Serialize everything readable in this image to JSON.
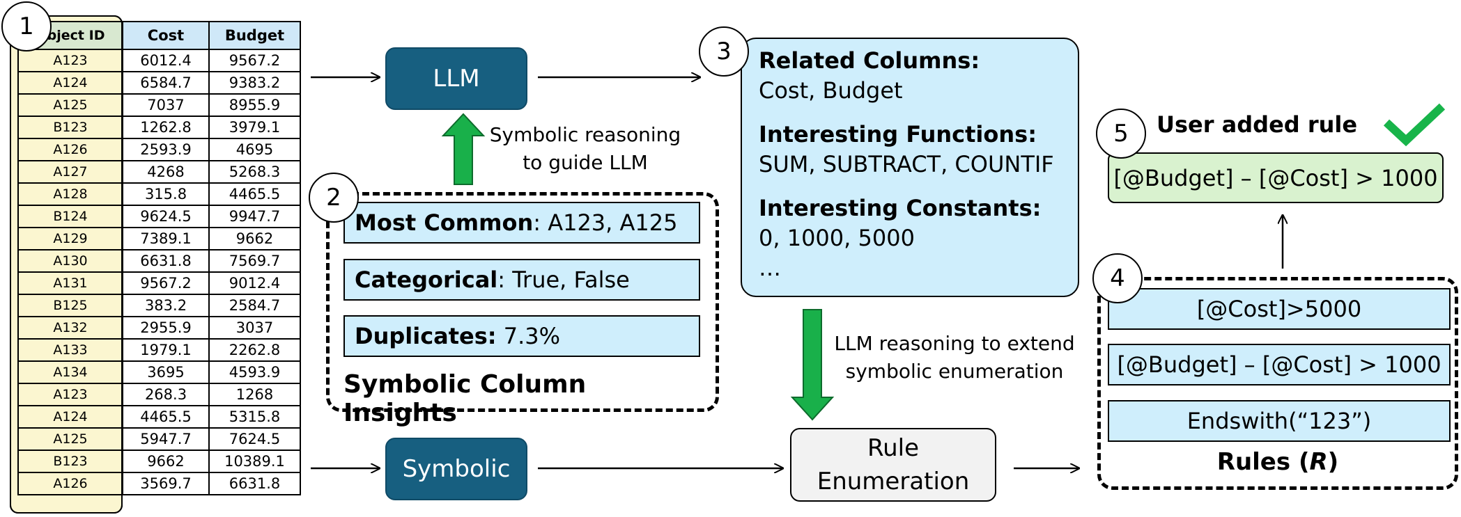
{
  "table": {
    "headers": [
      "Object ID",
      "Cost",
      "Budget"
    ],
    "rows": [
      [
        "A123",
        "6012.4",
        "9567.2"
      ],
      [
        "A124",
        "6584.7",
        "9383.2"
      ],
      [
        "A125",
        "7037",
        "8955.9"
      ],
      [
        "B123",
        "1262.8",
        "3979.1"
      ],
      [
        "A126",
        "2593.9",
        "4695"
      ],
      [
        "A127",
        "4268",
        "5268.3"
      ],
      [
        "A128",
        "315.8",
        "4465.5"
      ],
      [
        "B124",
        "9624.5",
        "9947.7"
      ],
      [
        "A129",
        "7389.1",
        "9662"
      ],
      [
        "A130",
        "6631.8",
        "7569.7"
      ],
      [
        "A131",
        "9567.2",
        "9012.4"
      ],
      [
        "B125",
        "383.2",
        "2584.7"
      ],
      [
        "A132",
        "2955.9",
        "3037"
      ],
      [
        "A133",
        "1979.1",
        "2262.8"
      ],
      [
        "A134",
        "3695",
        "4593.9"
      ],
      [
        "A123",
        "268.3",
        "1268"
      ],
      [
        "A124",
        "4465.5",
        "5315.8"
      ],
      [
        "A125",
        "5947.7",
        "7624.5"
      ],
      [
        "B123",
        "9662",
        "10389.1"
      ],
      [
        "A126",
        "3569.7",
        "6631.8"
      ]
    ]
  },
  "steps": {
    "one": "1",
    "two": "2",
    "three": "3",
    "four": "4",
    "five": "5"
  },
  "nodes": {
    "llm": "LLM",
    "symbolic": "Symbolic",
    "rule_enum_line1": "Rule",
    "rule_enum_line2": "Enumeration"
  },
  "labels": {
    "symbolic_guide_line1": "Symbolic reasoning",
    "symbolic_guide_line2": "to guide LLM",
    "llm_extend_line1": "LLM reasoning to extend",
    "llm_extend_line2": "symbolic enumeration"
  },
  "insights": {
    "title": "Symbolic Column Insights",
    "most_common_key": "Most Common",
    "most_common_val": ": A123, A125",
    "categorical_key": "Categorical",
    "categorical_val": ": True, False",
    "duplicates_key": "Duplicates:",
    "duplicates_val": " 7.3%"
  },
  "llm_output": {
    "related_title": "Related Columns:",
    "related_val": "Cost, Budget",
    "functions_title": "Interesting Functions:",
    "functions_val": "SUM, SUBTRACT, COUNTIF",
    "constants_title": "Interesting Constants:",
    "constants_val": "0, 1000, 5000",
    "ellipsis": "…"
  },
  "rules": {
    "title_prefix": "Rules (",
    "title_var": "R",
    "title_suffix": ")",
    "items": [
      "[@Cost]>5000",
      "[@Budget] – [@Cost] > 1000",
      "Endswith(“123”)"
    ]
  },
  "user_rule": {
    "title": "User added rule",
    "rule": "[@Budget] – [@Cost] > 1000"
  },
  "colors": {
    "node": "#175f80",
    "box_blue": "#cfeefc",
    "arrow_green": "#19b04a",
    "user_green": "#d9f2cf",
    "check": "#18b44a"
  }
}
